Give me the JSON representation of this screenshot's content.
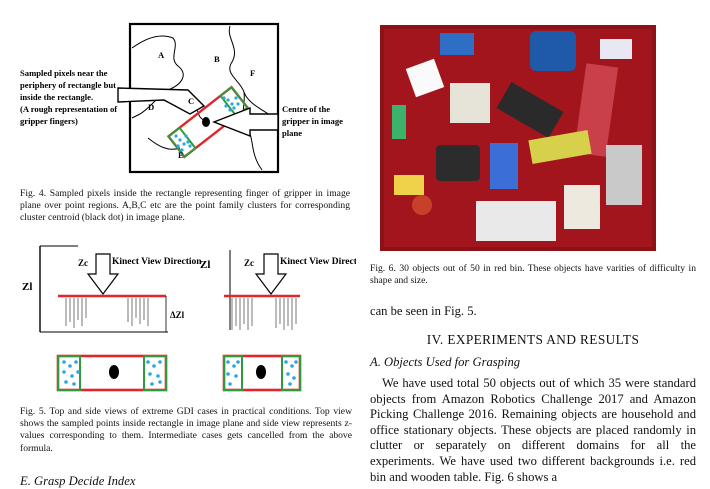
{
  "fig4": {
    "labels": {
      "annotation_left": [
        "Sampled pixels near the",
        "periphery of rectangle but",
        "inside the rectangle.",
        "(A rough representation of",
        "gripper fingers)"
      ],
      "annotation_right": [
        "Centre   of   the",
        "gripper in image",
        "plane"
      ],
      "regions": [
        "A",
        "B",
        "C",
        "D",
        "E",
        "F"
      ]
    },
    "caption": "Fig. 4.   Sampled pixels inside the rectangle representing finger of gripper in image plane over point regions. A,B,C etc are the point family clusters for corresponding cluster centroid (black dot) in image plane."
  },
  "fig5": {
    "labels": {
      "kinect_left": "Kinect View Direction",
      "kinect_right": "Kinect View Direction",
      "zc_left": "Zc",
      "zc_right": "Zc",
      "zl_left": "Zl",
      "zl_right": "Zl",
      "delta_z": "ΔZl"
    },
    "caption": "Fig. 5.   Top and side views of extreme GDI cases in practical conditions. Top view shows the sampled points inside rectangle in image plane and side view represents z-values corresponding to them. Intermediate cases gets cancelled from the above formula."
  },
  "section_e": "E.  Grasp Decide Index",
  "fig6": {
    "caption": "Fig. 6.   30 objects out of 50 in red bin. These objects have varities of difficulty in shape and size."
  },
  "right_col": {
    "lead_line": "can be seen in Fig. 5.",
    "section_heading": "IV. EXPERIMENTS AND RESULTS",
    "subsection": "A.  Objects Used for Grasping",
    "paragraph": "We have used total 50 objects out of which 35 were standard objects from Amazon Robotics Challenge 2017 and Amazon Picking Challenge 2016. Remaining objects are household and office stationary objects. These objects are placed randomly in clutter or separately on different domains for all the experiments. We have used two different backgrounds i.e. red bin and wooden table. Fig. 6 shows a"
  },
  "colors": {
    "bin_red": "#b01a22",
    "rect_green": "#2e9c3c",
    "point_blue": "#2aa7e0",
    "rect_red": "#e0262a"
  }
}
